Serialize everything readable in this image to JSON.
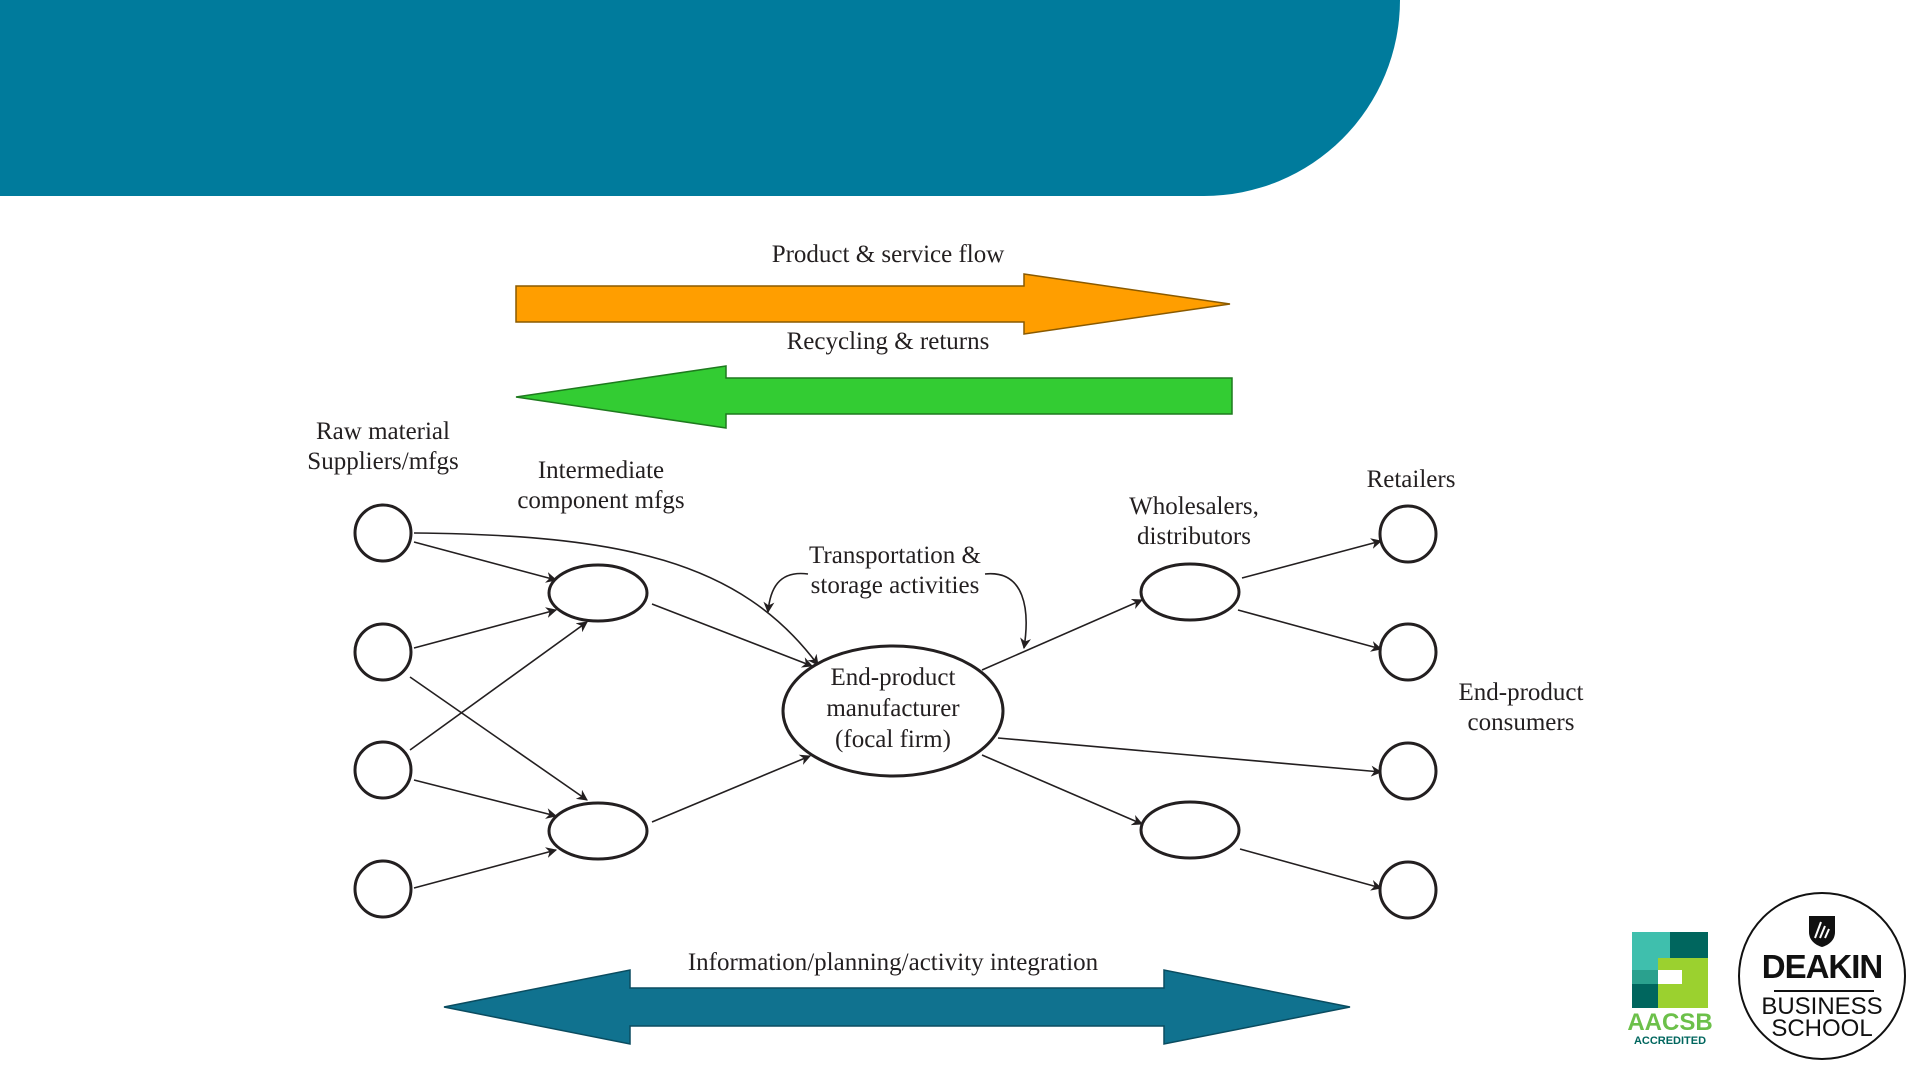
{
  "diagram": {
    "flows": {
      "product_flow": "Product & service flow",
      "recycling": "Recycling & returns",
      "integration": "Information/planning/activity integration"
    },
    "labels": {
      "raw_material_line1": "Raw material",
      "raw_material_line2": "Suppliers/mfgs",
      "intermediate_line1": "Intermediate",
      "intermediate_line2": "component mfgs",
      "transport_line1": "Transportation &",
      "transport_line2": "storage activities",
      "wholesalers_line1": "Wholesalers,",
      "wholesalers_line2": "distributors",
      "retailers": "Retailers",
      "consumers_line1": "End-product",
      "consumers_line2": "consumers",
      "focal_line1": "End-product",
      "focal_line2": "manufacturer",
      "focal_line3": "(focal firm)"
    }
  },
  "logos": {
    "aacsb": {
      "name": "AACSB",
      "sub": "ACCREDITED"
    },
    "deakin": {
      "name": "DEAKIN",
      "line1": "BUSINESS",
      "line2": "SCHOOL"
    }
  },
  "colors": {
    "header": "#007b9c",
    "product_arrow": "#ff9e00",
    "recycling_arrow": "#33cc33",
    "integration_arrow": "#007b9c"
  }
}
